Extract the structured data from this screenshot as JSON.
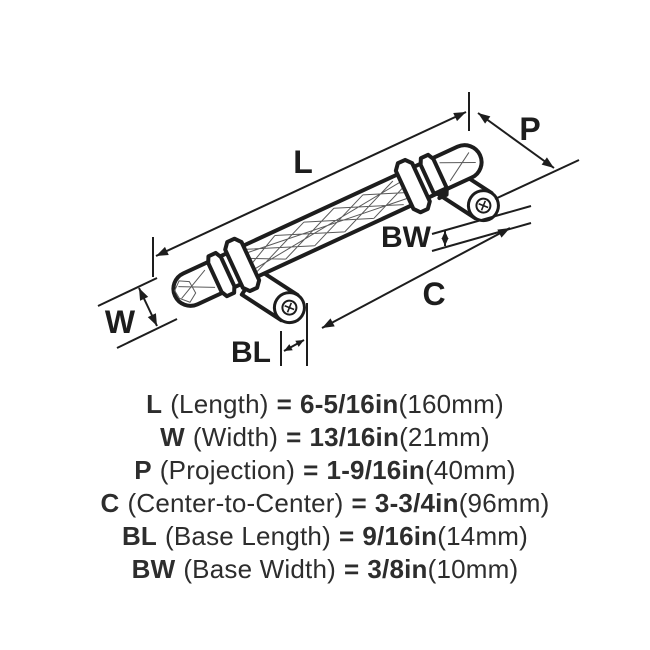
{
  "diagram": {
    "labels": {
      "L": "L",
      "W": "W",
      "P": "P",
      "C": "C",
      "BL": "BL",
      "BW": "BW"
    }
  },
  "specs": [
    {
      "code": "L",
      "name": "(Length)",
      "eq": "=",
      "value": "6-5/16in",
      "metric": "(160mm)"
    },
    {
      "code": "W",
      "name": "(Width)",
      "eq": "=",
      "value": "13/16in",
      "metric": "(21mm)"
    },
    {
      "code": "P",
      "name": "(Projection)",
      "eq": "=",
      "value": "1-9/16in",
      "metric": "(40mm)"
    },
    {
      "code": "C",
      "name": "(Center-to-Center)",
      "eq": "=",
      "value": "3-3/4in",
      "metric": "(96mm)"
    },
    {
      "code": "BL",
      "name": "(Base Length)",
      "eq": "=",
      "value": "9/16in",
      "metric": "(14mm)"
    },
    {
      "code": "BW",
      "name": "(Base Width)",
      "eq": "=",
      "value": "3/8in",
      "metric": "(10mm)"
    }
  ],
  "colors": {
    "ink": "#1d1d1d",
    "text": "#2d2d2d",
    "background": "#ffffff"
  }
}
